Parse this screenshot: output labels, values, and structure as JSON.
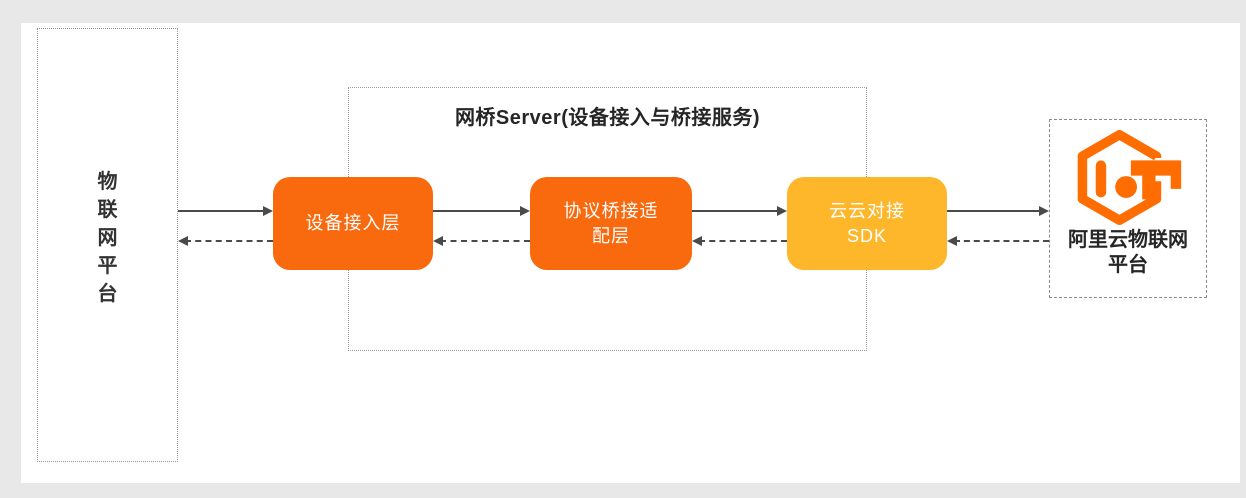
{
  "left_platform": {
    "label": "物联网平台",
    "chars": [
      "物",
      "联",
      "网",
      "平",
      "台"
    ]
  },
  "bridge_server": {
    "title": "网桥Server(设备接入与桥接服务)",
    "nodes": [
      {
        "id": "device-access-layer",
        "line1": "设备接入层"
      },
      {
        "id": "protocol-bridge-adapter-layer",
        "line1": "协议桥接适",
        "line2": "配层"
      },
      {
        "id": "cloud-cloud-sdk",
        "line1": "云云对接",
        "line2": "SDK"
      }
    ]
  },
  "aliyun_platform": {
    "line1": "阿里云物联网",
    "line2": "平台",
    "logo": "aliyun-iot-hexagon-logo"
  },
  "arrows": {
    "forward_style": "solid-right",
    "backward_style": "dashed-left"
  },
  "colors": {
    "page_background": "#E8E8E8",
    "panel_background": "#FFFFFF",
    "node_orange": "#F9690E",
    "node_amber": "#FEB72B",
    "logo_orange": "#FF6C00",
    "arrow": "#4A4A4A",
    "dotted_border": "#9A9A9A",
    "text_dark": "#262626"
  }
}
